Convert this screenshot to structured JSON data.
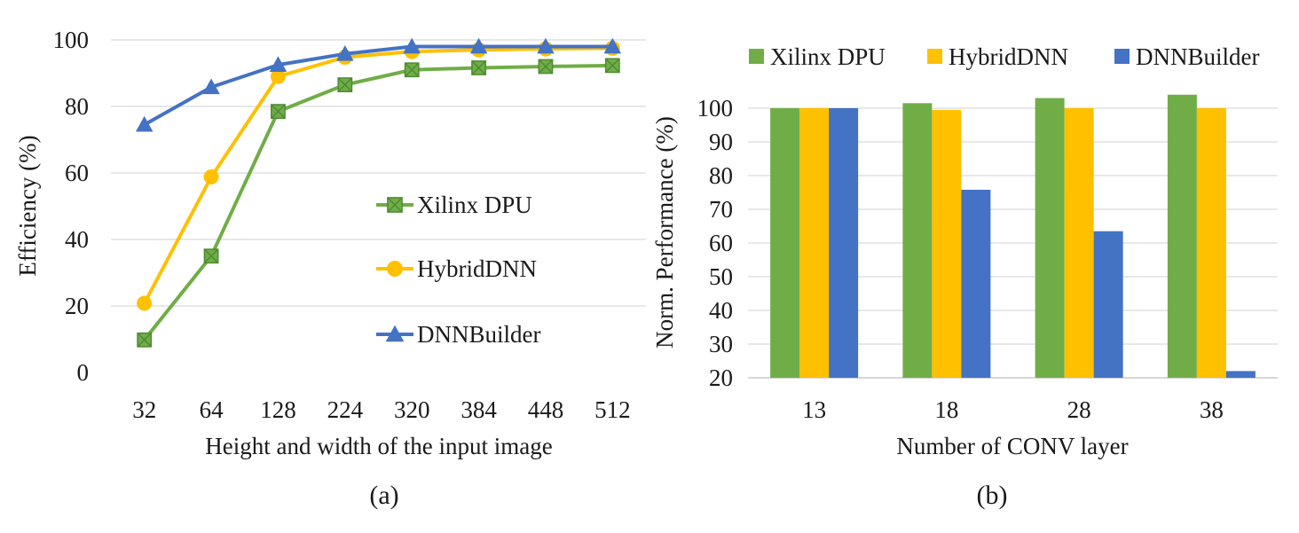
{
  "chart_data": [
    {
      "type": "line",
      "caption": "(a)",
      "xlabel": "Height and width of the input image",
      "ylabel": "Efficiency  (%)",
      "categories": [
        "32",
        "64",
        "128",
        "224",
        "320",
        "384",
        "448",
        "512"
      ],
      "ylim": [
        0,
        100
      ],
      "yticks": [
        0,
        20,
        40,
        60,
        80,
        100
      ],
      "grid": true,
      "legend_position": "center-right",
      "series": [
        {
          "name": "Xilinx DPU",
          "color": "#70AD47",
          "marker": "square",
          "values": [
            9.8,
            35,
            78.5,
            86.5,
            91,
            91.6,
            92,
            92.3
          ]
        },
        {
          "name": "HybridDNN",
          "color": "#FFC000",
          "marker": "circle",
          "values": [
            20.8,
            58.8,
            89,
            94.8,
            96.5,
            97,
            97.3,
            97.5
          ]
        },
        {
          "name": "DNNBuilder",
          "color": "#4472C4",
          "marker": "triangle",
          "values": [
            74.5,
            85.8,
            92.5,
            95.8,
            98,
            98,
            98,
            98
          ]
        }
      ]
    },
    {
      "type": "bar",
      "caption": "(b)",
      "xlabel": "Number of CONV layer",
      "ylabel": "Norm. Performance  (%)",
      "categories": [
        "13",
        "18",
        "28",
        "38"
      ],
      "ylim": [
        20,
        105
      ],
      "yticks": [
        20,
        30,
        40,
        50,
        60,
        70,
        80,
        90,
        100
      ],
      "grid": true,
      "legend_position": "top",
      "series": [
        {
          "name": "Xilinx DPU",
          "color": "#70AD47",
          "values": [
            100,
            101.5,
            103,
            104
          ]
        },
        {
          "name": "HybridDNN",
          "color": "#FFC000",
          "values": [
            100,
            99.5,
            100,
            100
          ]
        },
        {
          "name": "DNNBuilder",
          "color": "#4472C4",
          "values": [
            100,
            75.8,
            63.5,
            22
          ]
        }
      ]
    }
  ]
}
